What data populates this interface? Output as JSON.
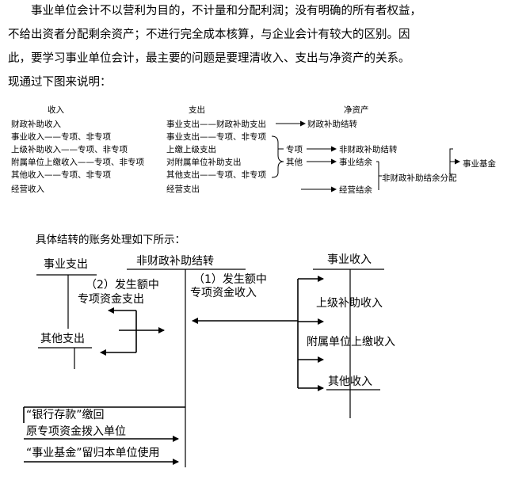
{
  "intro": {
    "line1": "事业单位会计不以营利为目的，不计量和分配利润；没有明确的所有者权益，",
    "line2": "不给出资者分配剩余资产；不进行完全成本核算，与企业会计有较大的区别。因",
    "line3": "此，要学习事业单位会计，最主要的问题是要理清收入、支出与净资产的关系。",
    "line4": "现通过下图来说明："
  },
  "diagram1": {
    "income_header": "收入",
    "expense_header": "支出",
    "net_assets_header": "净资产",
    "income_items": [
      "财政补助收入",
      "事业收入——专项、非专项",
      "上级补助收入——专项、非专项",
      "附属单位上缴收入——专项、非专项",
      "其他收入——专项、非专项",
      "经营收入"
    ],
    "expense_items": [
      "事业支出——财政补助支出",
      "事业支出——专项、非专项",
      "上缴上级支出",
      "对附属单位补助支出",
      "其他支出——专项、非专项",
      "经营支出"
    ],
    "special": "专项",
    "other": "其他",
    "fiscal_transfer": "财政补助结转",
    "nonfiscal_transfer": "非财政补助结转",
    "business_surplus": "事业结余",
    "nonfiscal_distribution": "非财政补助结余分配",
    "business_fund": "事业基金",
    "operating_surplus": "经营结余"
  },
  "subheading": "具体结转的账务处理如下所示：",
  "diagram2": {
    "business_expense": "事业支出",
    "nonfiscal_transfer": "非财政补助结转",
    "note2_line1": "（2）发生额中",
    "note2_line2": "专项资金支出",
    "note1_line1": "（1）发生额中",
    "note1_line2": "专项资金收入",
    "other_expense": "其他支出",
    "business_income": "事业收入",
    "superior_grant_income": "上级补助收入",
    "affiliate_income": "附属单位上缴收入",
    "other_income": "其他收入",
    "bank_deposit_line1": "“银行存款”缴回",
    "bank_deposit_line2": "原专项资金拨入单位",
    "business_fund_retained": "“事业基金”留归本单位使用"
  }
}
